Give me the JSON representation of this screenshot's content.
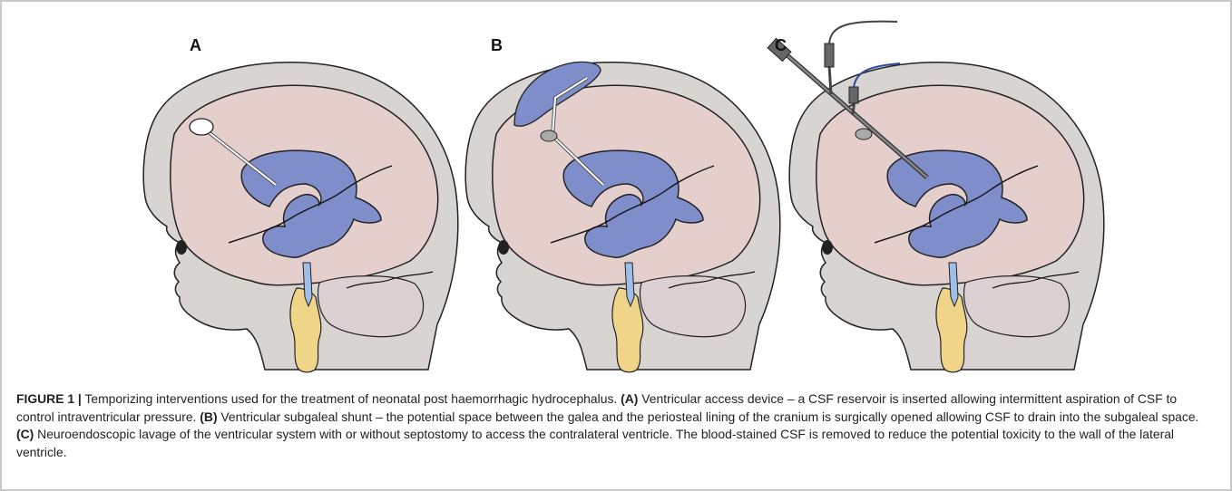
{
  "panels": [
    {
      "label": "A"
    },
    {
      "label": "B"
    },
    {
      "label": "C"
    }
  ],
  "caption": {
    "figure_label": "FIGURE 1 |",
    "intro": " Temporizing interventions used for the treatment of neonatal post haemorrhagic hydrocephalus. ",
    "a_label": "(A)",
    "a_text": " Ventricular access device – a CSF reservoir is inserted allowing intermittent aspiration of CSF to control intraventricular pressure. ",
    "b_label": "(B)",
    "b_text": " Ventricular subgaleal shunt – the potential space between the galea and the periosteal lining of the cranium is surgically opened allowing CSF to drain into the subgaleal space. ",
    "c_label": "(C)",
    "c_text": " Neuroendoscopic lavage of the ventricular system with or without septostomy to access the contralateral ventricle. The blood-stained CSF is removed to reduce the potential toxicity to the wall of the lateral ventricle."
  },
  "colors": {
    "head": "#d8d4d2",
    "brain": "#e4cfcc",
    "cerebellum": "#ddd0d2",
    "ventricle": "#7f8ecb",
    "brainstem": "#f0d589",
    "aqueduct": "#9fbfe6",
    "outline": "#222222"
  }
}
